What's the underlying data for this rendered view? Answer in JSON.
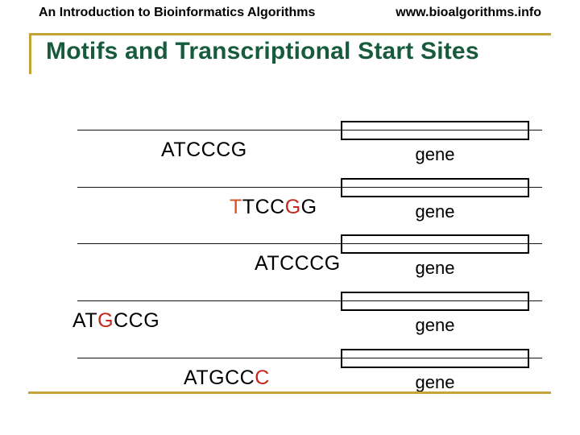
{
  "header": {
    "left": "An Introduction to Bioinformatics Algorithms",
    "right": "www.bioalgorithms.info"
  },
  "title": "Motifs and Transcriptional Start Sites",
  "palette": {
    "gold": "#C4A437",
    "title_green": "#175B3C",
    "red": "#C2261C",
    "orange_red": "#D2511E",
    "text": "#000000"
  },
  "rows": [
    {
      "sequence": "ATCCCG",
      "highlights": {},
      "gene_label": "gene"
    },
    {
      "sequence": "TTCCGG",
      "highlights": {
        "0": "orange_red",
        "4": "red"
      },
      "gene_label": "gene"
    },
    {
      "sequence": "ATCCCG",
      "highlights": {},
      "gene_label": "gene"
    },
    {
      "sequence": "ATGCCG",
      "highlights": {
        "2": "red"
      },
      "gene_label": "gene"
    },
    {
      "sequence": "ATGCCC",
      "highlights": {
        "5": "red"
      },
      "gene_label": "gene"
    }
  ]
}
